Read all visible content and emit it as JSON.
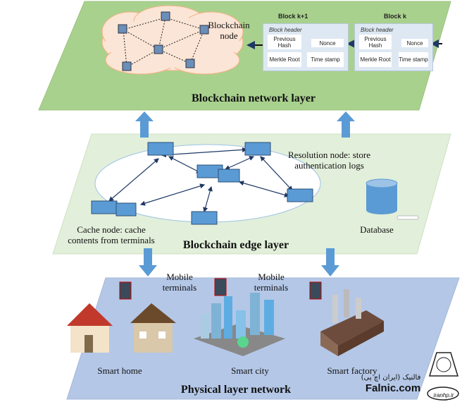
{
  "blockchain_layer": {
    "title": "Blockchain network layer",
    "node_label": "Blockchain node",
    "blocks": [
      {
        "title": "Block k+1",
        "header": "Block header",
        "previous_hash": "Previous Hash",
        "nonce": "Nonce",
        "merkle_root": "Merkle Root",
        "timestamp": "Time stamp"
      },
      {
        "title": "Block k",
        "header": "Block header",
        "previous_hash": "Previous Hash",
        "nonce": "Nonce",
        "merkle_root": "Merkle Root",
        "timestamp": "Time stamp"
      }
    ],
    "color": "#a9d18e"
  },
  "edge_layer": {
    "title": "Blockchain edge layer",
    "resolution_node": "Resolution node: store authentication logs",
    "cache_node": "Cache node: cache contents from terminals",
    "database": "Database",
    "color": "#e2efda"
  },
  "physical_layer": {
    "title": "Physical layer network",
    "mobile_terminals_1": "Mobile terminals",
    "mobile_terminals_2": "Mobile terminals",
    "smart_home": "Smart home",
    "smart_city": "Smart city",
    "smart_factory": "Smart factory",
    "color": "#b4c7e7"
  },
  "watermark": {
    "brand": "Falnic.com",
    "persian": "فالنیک (ایران اچ پی)",
    "seal": "iranhp.ir"
  }
}
